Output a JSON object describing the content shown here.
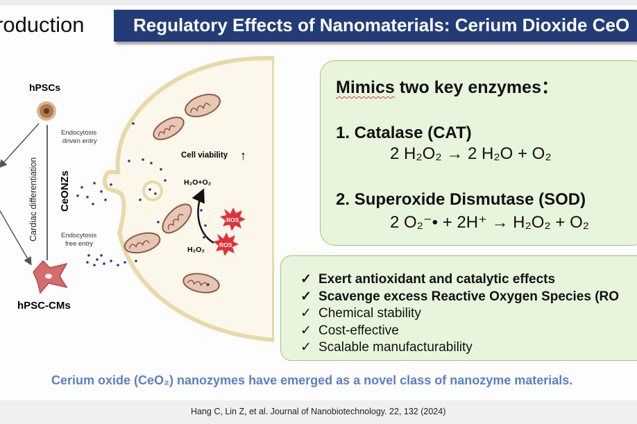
{
  "header": {
    "section_label": "roduction",
    "title": "Regulatory Effects of Nanomaterials: Cerium Dioxide CeO"
  },
  "figure": {
    "labels": {
      "hpscs": "hPSCs",
      "hpsc_cms": "hPSC-CMs",
      "cardiac_differentiation": "Cardiac differentiation",
      "ceonzs": "CeONZs",
      "endo_driven_1": "Endocytosis",
      "endo_driven_2": "driven entry",
      "endo_free_1": "Endocytosis",
      "endo_free_2": "free entry",
      "cell_viability": "Cell viability",
      "up_arrow": "↑",
      "h2o_o2": "H₂O+O₂",
      "h2o2": "H₂O₂",
      "ros_1": "ROS",
      "ros_2": "ROS"
    }
  },
  "enzymes_box": {
    "heading_word1": "Mimics",
    "heading_rest": " two key enzymes：",
    "item1_title": "1. Catalase (CAT)",
    "item1_equation": "2 H₂O₂ → 2 H₂O + O₂",
    "item2_title": "2. Superoxide Dismutase (SOD)",
    "item2_equation": "2 O₂⁻• + 2H⁺ → H₂O₂ + O₂"
  },
  "properties_box": {
    "check_symbol": "✓",
    "items": [
      "Exert antioxidant and catalytic effects",
      "Scavenge excess Reactive Oxygen Species (RO",
      "Chemical stability",
      "Cost-effective",
      "Scalable manufacturability"
    ]
  },
  "summary": "Cerium oxide (CeO₂) nanozymes have emerged as a novel class of nanozyme materials.",
  "footer": {
    "citation": "Hang C, Lin Z, et al. Journal of Nanobiotechnology. 22, 132 (2024)"
  },
  "colors": {
    "title_banner": "#233c78",
    "box_fill": "#e9f4dc",
    "box_border": "#9bc978",
    "summary_text": "#5b7fc6",
    "ros_burst": "#e0313a",
    "cell_fill": "#fbf7ea"
  }
}
